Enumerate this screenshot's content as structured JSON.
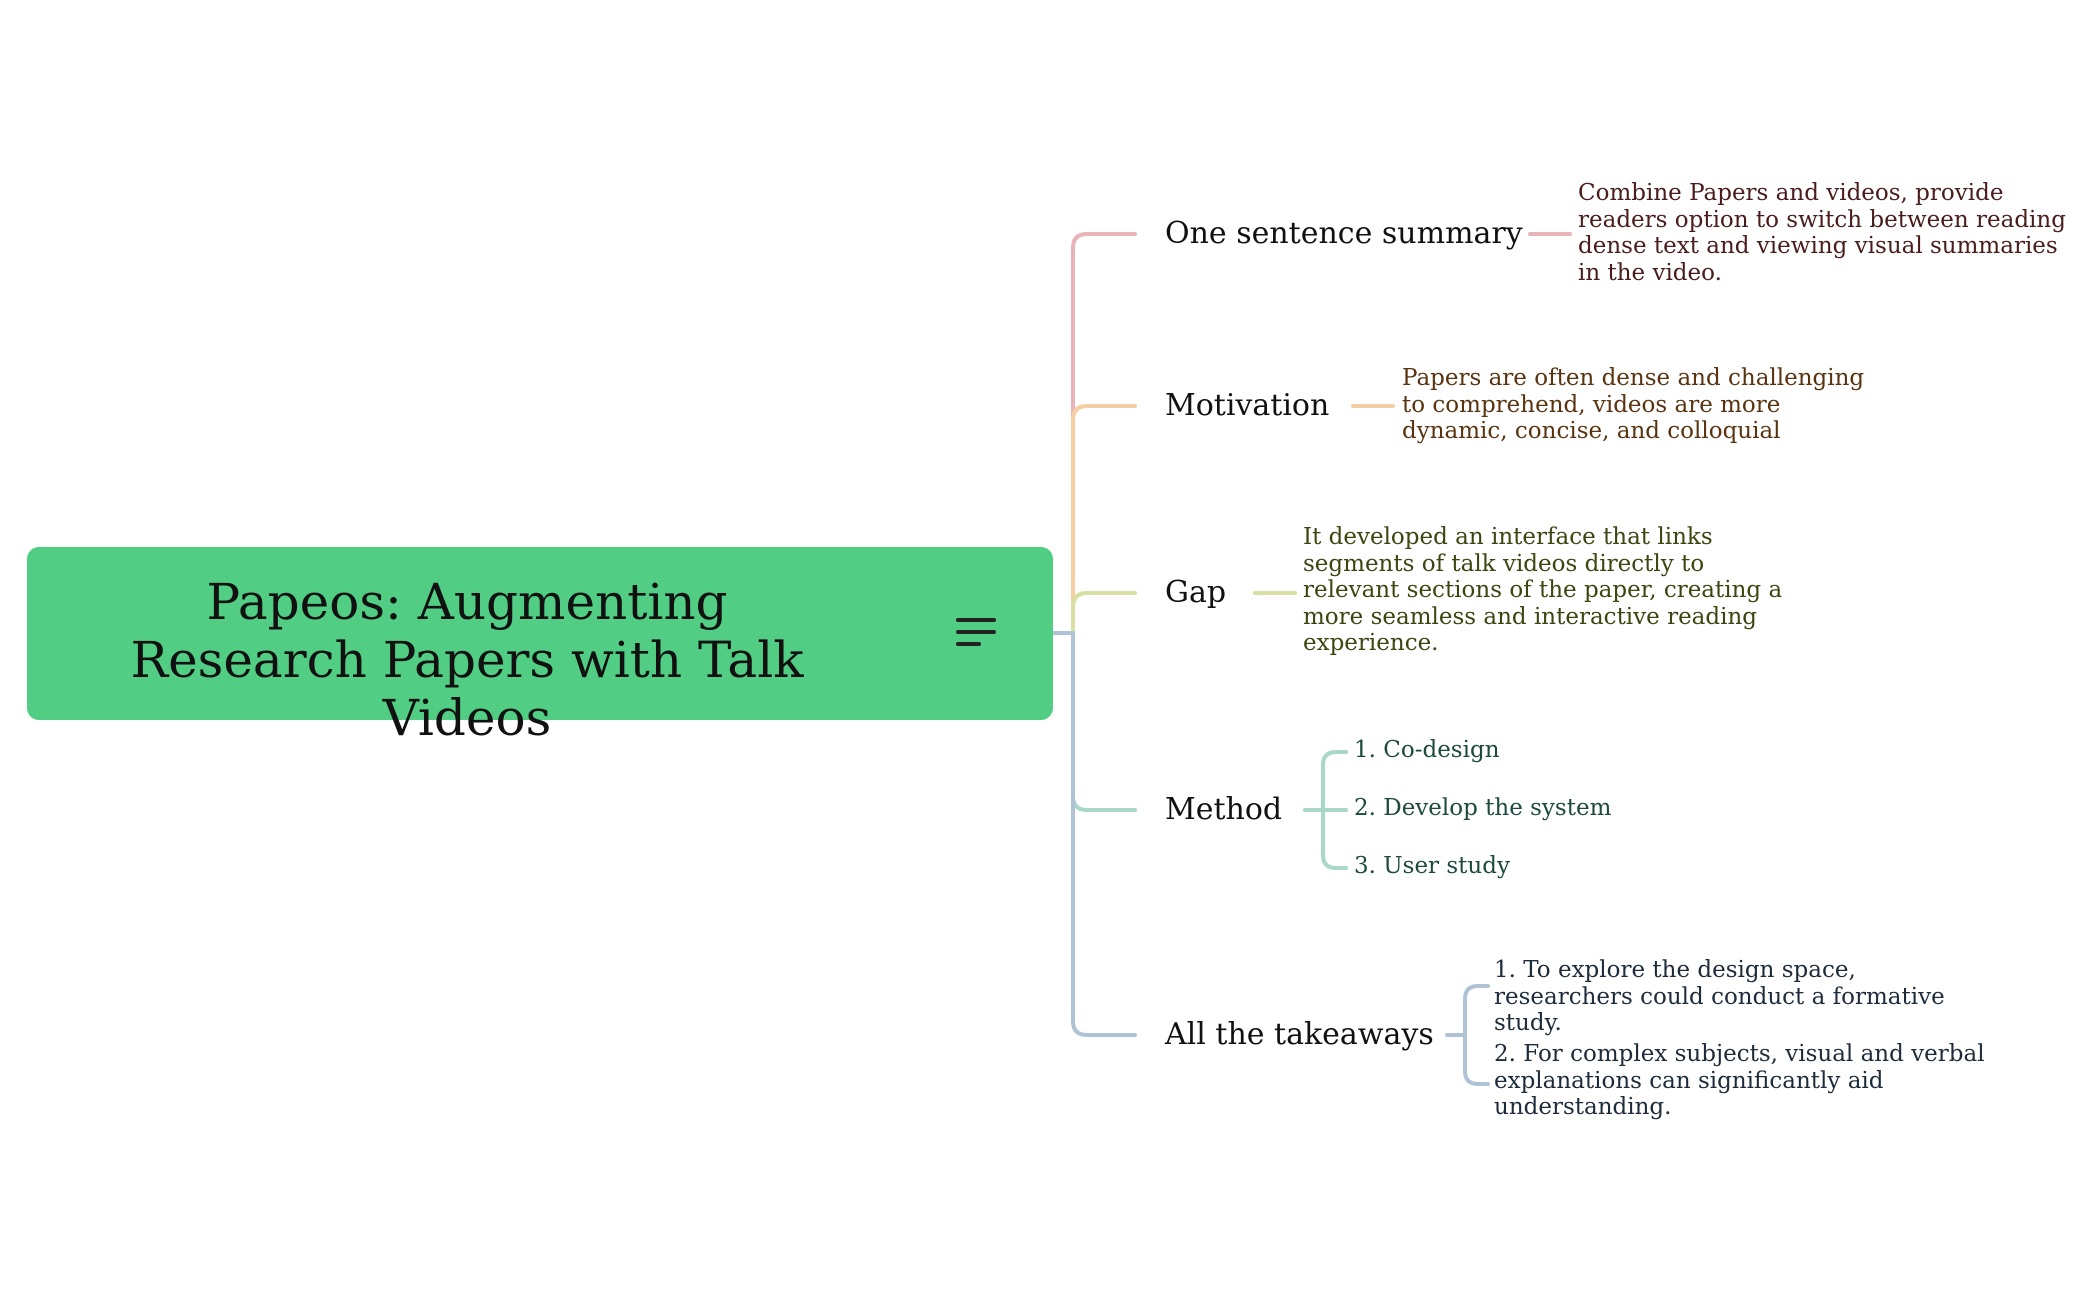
{
  "root": {
    "title": "Papeos: Augmenting Research Papers with Talk Videos",
    "icon": "notes-icon",
    "color": "#51cd84"
  },
  "branches": [
    {
      "label": "One sentence summary",
      "color": "#e8b4b8",
      "children": [
        "Combine Papers and videos, provide readers option to switch between reading dense text and viewing visual summaries in the video."
      ]
    },
    {
      "label": "Motivation",
      "color": "#f5cfa3",
      "children": [
        "Papers are often dense and challenging to comprehend, videos are more dynamic, concise, and colloquial"
      ]
    },
    {
      "label": "Gap",
      "color": "#d9dfa3",
      "children": [
        "It developed an interface that links segments of talk videos directly to relevant sections of the paper, creating a more seamless and interactive reading experience."
      ]
    },
    {
      "label": "Method",
      "color": "#a8d8c9",
      "children": [
        "1. Co-design",
        "2. Develop the system",
        "3. User study"
      ]
    },
    {
      "label": "All the takeaways",
      "color": "#b0c3d6",
      "children": [
        "1. To explore the design space, researchers could conduct a formative study.",
        "2. For complex subjects, visual and verbal explanations can significantly aid understanding."
      ]
    }
  ]
}
